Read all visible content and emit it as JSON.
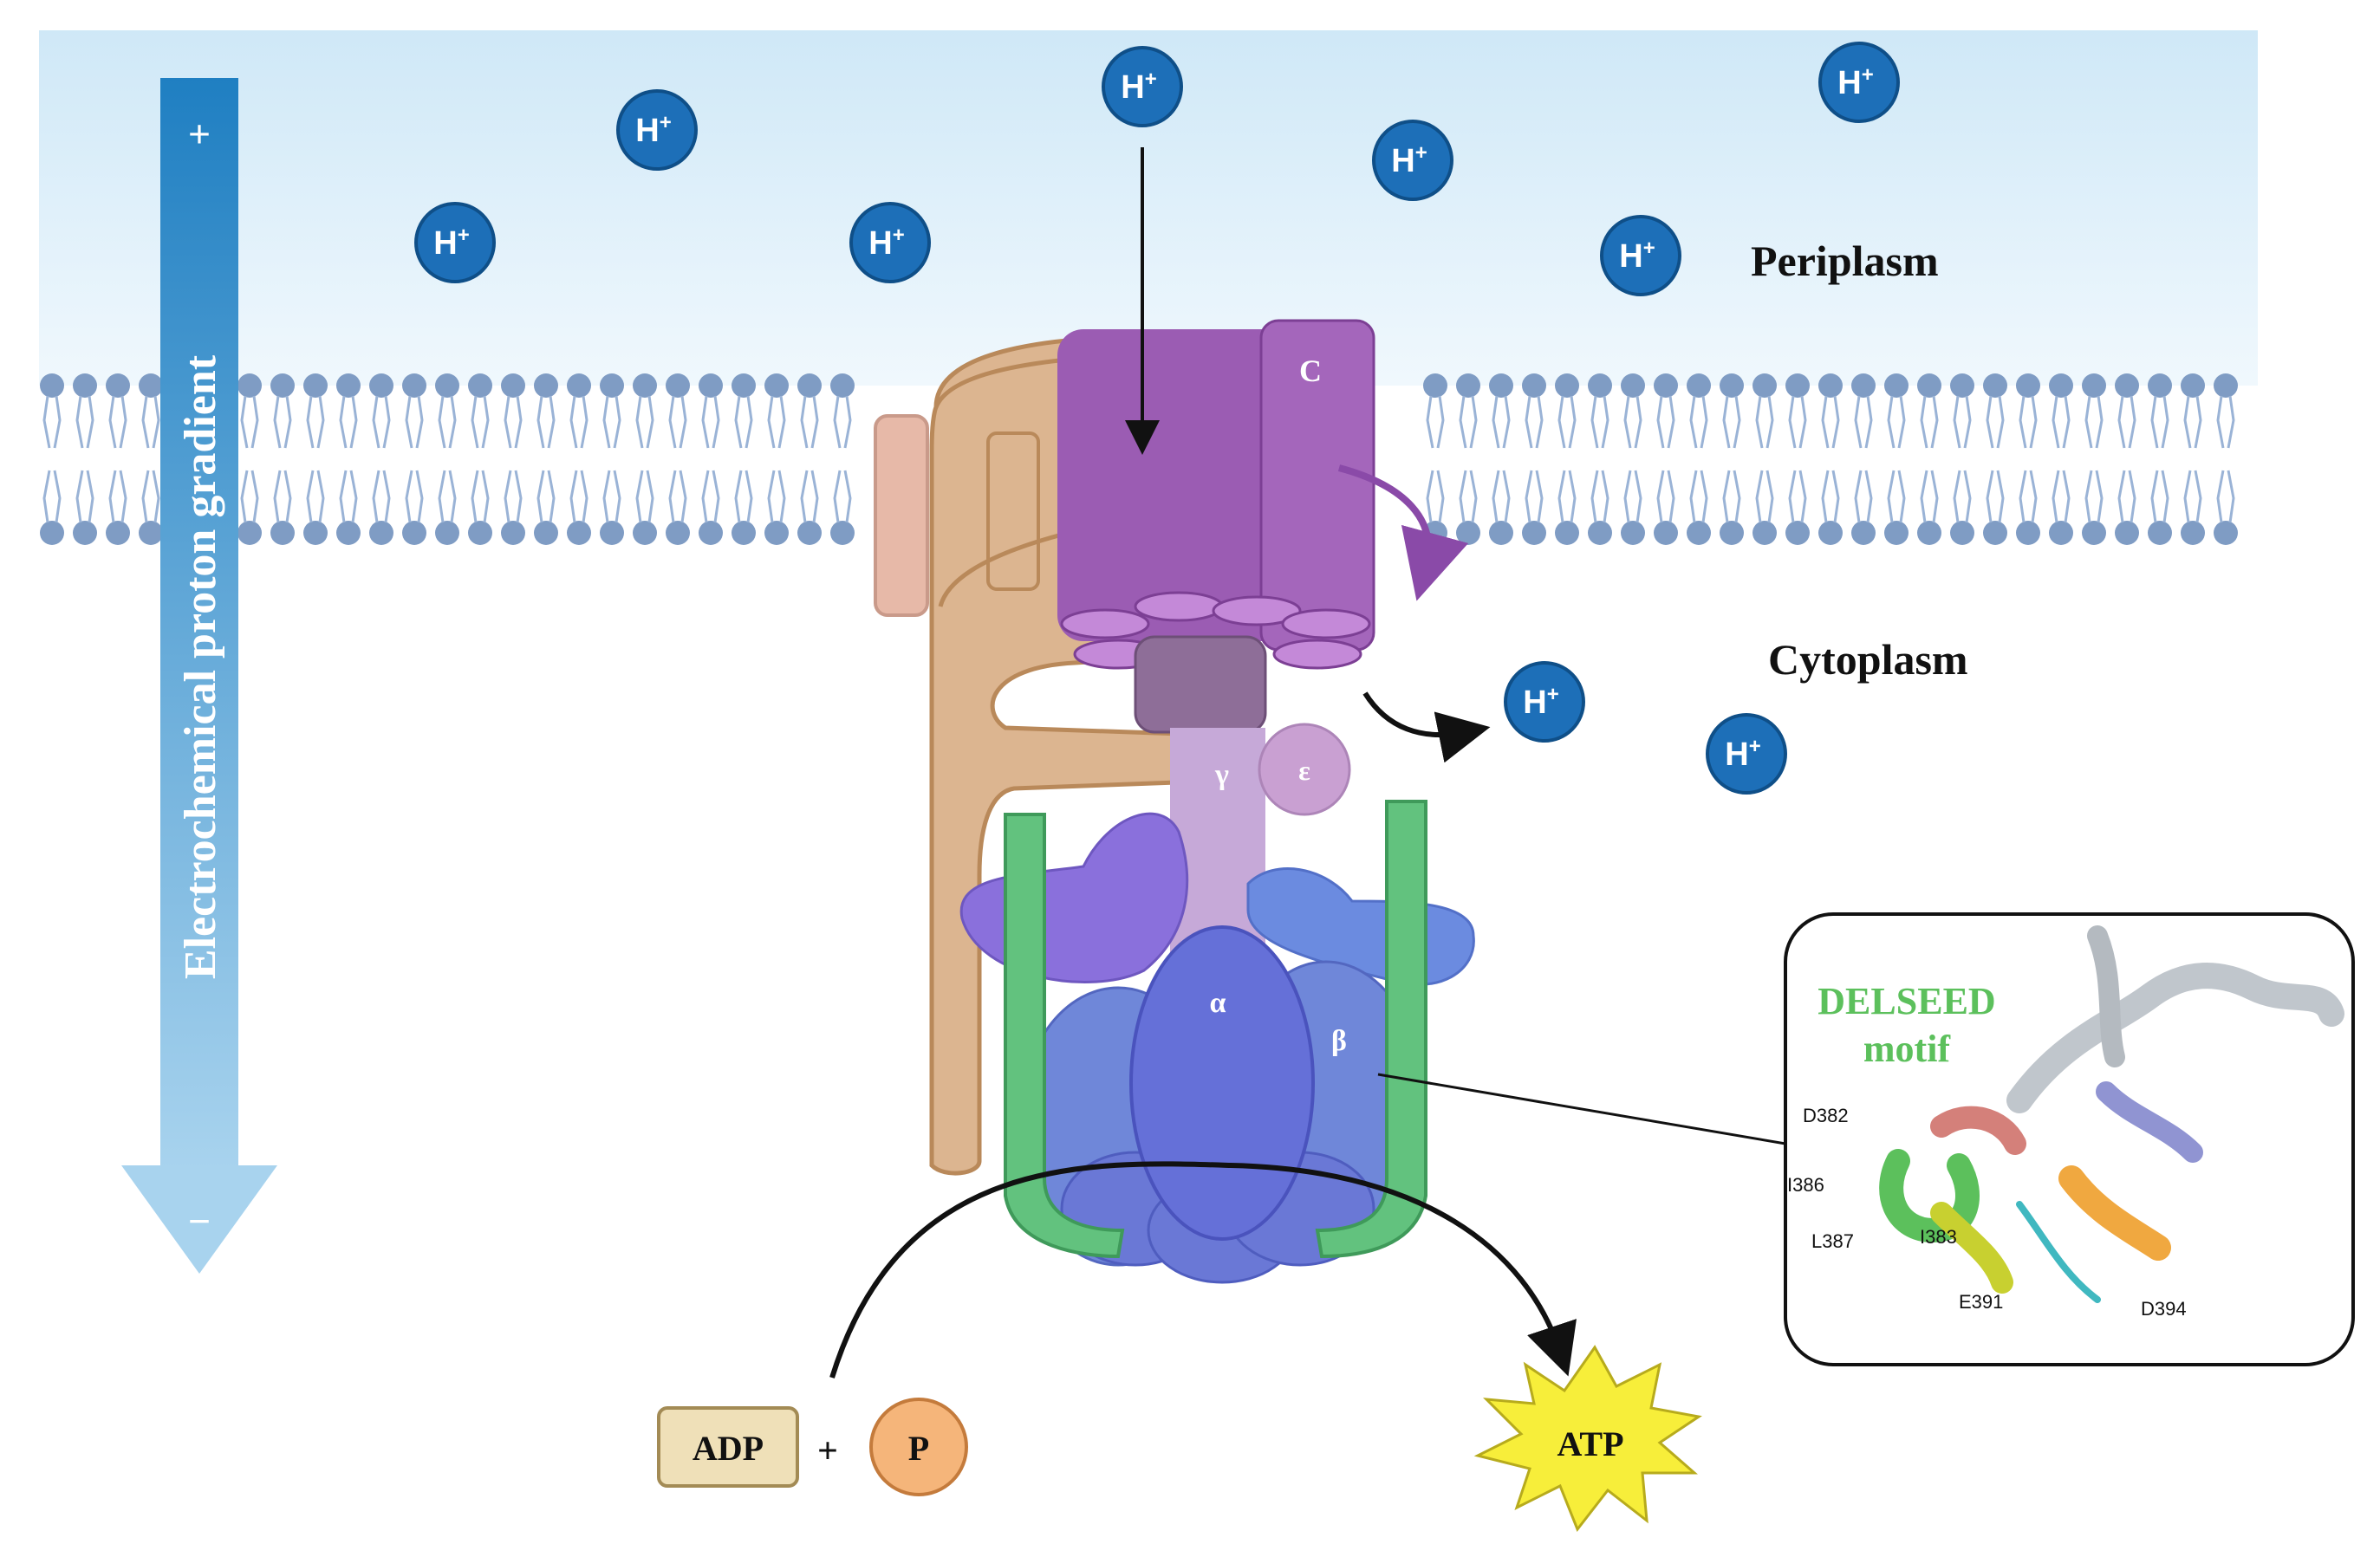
{
  "labels": {
    "gradient": "Electrochemical proton gradient",
    "plus": "+",
    "minus": "−",
    "periplasm": "Periplasm",
    "cytoplasm": "Cytoplasm",
    "subunit_c": "C",
    "subunit_gamma": "γ",
    "subunit_epsilon": "ε",
    "subunit_alpha": "α",
    "subunit_beta": "β",
    "adp": "ADP",
    "plus_sign": "+",
    "phosphate": "P",
    "atp": "ATP"
  },
  "proton": {
    "text": "H",
    "charge": "+"
  },
  "inset": {
    "title_line1": "DELSEED",
    "title_line2": "motif",
    "residues": [
      "D382",
      "I386",
      "L387",
      "I383",
      "E391",
      "D394"
    ]
  },
  "colors": {
    "proton_fill": "#1d6fb8",
    "arrow_gradient": "#2a86c8",
    "membrane_head": "#7f9cc4",
    "stator": "#d9b48f",
    "c_ring": "#9b59b0",
    "green_stalk": "#5cbf7a",
    "alpha_beta": "#6e82d8",
    "delseed_green": "#5cc05c",
    "atp_star": "#f7ee3a",
    "phosphate_fill": "#f5b57a"
  }
}
